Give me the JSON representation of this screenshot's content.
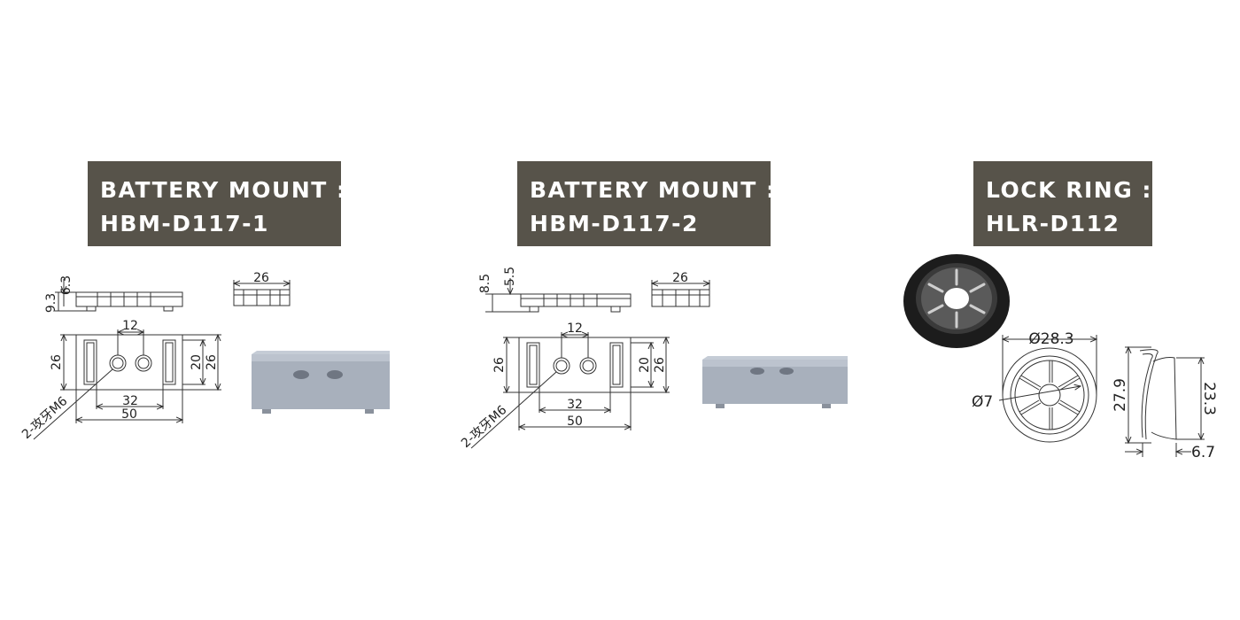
{
  "products": [
    {
      "title_line1": "BATTERY MOUNT :",
      "title_line2": "HBM-D117-1",
      "dims": {
        "d_6_3": "6.3",
        "d_9_3": "9.3",
        "d_26_top": "26",
        "d_12": "12",
        "d_26_left": "26",
        "d_20": "20",
        "d_26_right": "26",
        "d_32": "32",
        "d_50": "50",
        "thread": "2-攻牙M6"
      }
    },
    {
      "title_line1": "BATTERY MOUNT :",
      "title_line2": "HBM-D117-2",
      "dims": {
        "d_8_5": "8.5",
        "d_5_5": "5.5",
        "d_26_top": "26",
        "d_12": "12",
        "d_26_left": "26",
        "d_20": "20",
        "d_26_right": "26",
        "d_32": "32",
        "d_50": "50",
        "thread": "2-攻牙M6"
      }
    },
    {
      "title_line1": "LOCK RING :",
      "title_line2": "HLR-D112",
      "dims": {
        "d_28_3": "Ø28.3",
        "d_7": "Ø7",
        "d_27_9": "27.9",
        "d_23_3": "23.3",
        "d_6_7": "6.7"
      }
    }
  ],
  "colors": {
    "title_bg": "#57534a",
    "title_text": "#ffffff",
    "line": "#333333",
    "part_fill": "#a8b0bc",
    "part_top": "#c5ccd6",
    "ring_dark": "#1c1c1c"
  }
}
